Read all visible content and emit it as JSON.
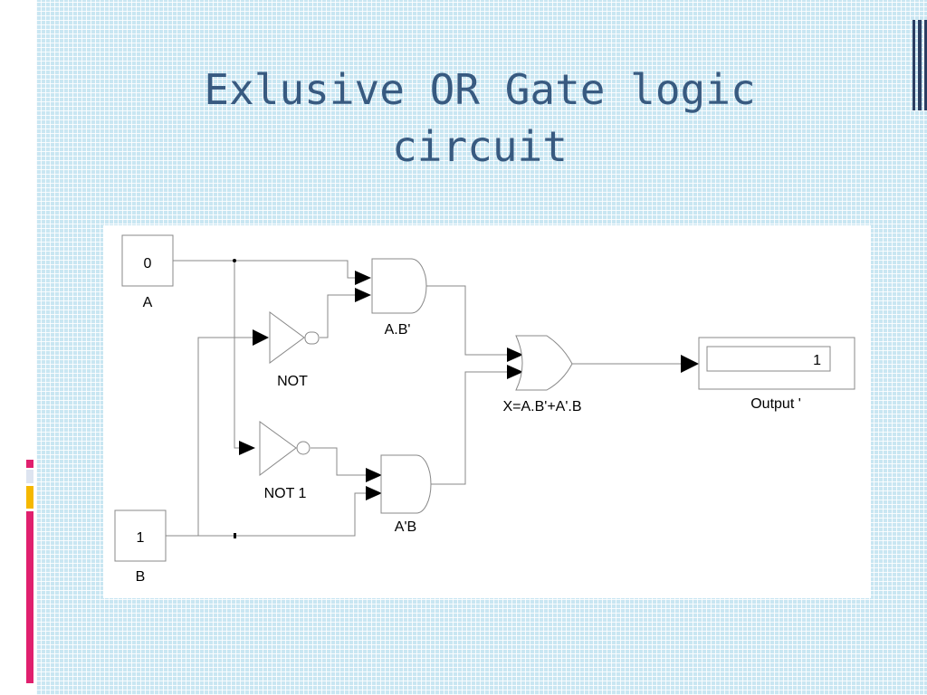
{
  "slide": {
    "title": "Exlusive OR Gate logic circuit"
  },
  "colors": {
    "title": "#385a80",
    "accent_pink": "#e0206e",
    "accent_orange": "#f5b800",
    "background_grid": "#c9e6f2"
  },
  "diagram": {
    "input_a": {
      "value": "0",
      "label": "A"
    },
    "input_b": {
      "value": "1",
      "label": "B"
    },
    "not_gate_1": {
      "label": "NOT"
    },
    "not_gate_2": {
      "label": "NOT 1"
    },
    "and_gate_1": {
      "label": "A.B'"
    },
    "and_gate_2": {
      "label": "A'B"
    },
    "or_gate": {
      "label": "X=A.B'+A'.B"
    },
    "output": {
      "value": "1",
      "label": "Output '"
    }
  }
}
